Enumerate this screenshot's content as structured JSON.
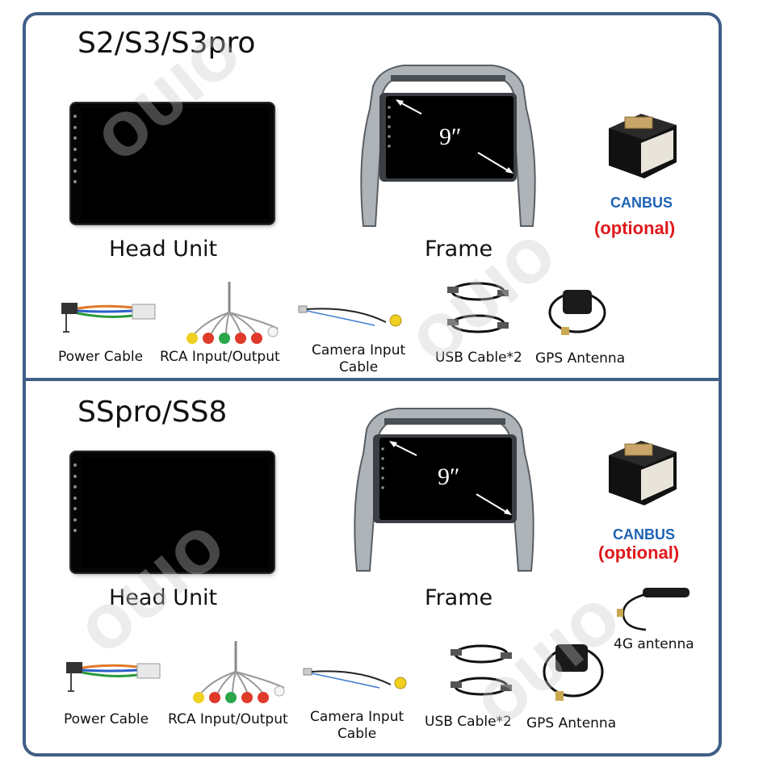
{
  "sections": [
    {
      "title": "S2/S3/S3pro",
      "head_unit_label": "Head Unit",
      "frame_label": "Frame",
      "frame_size": "9″",
      "canbus_label": "CANBUS",
      "canbus_optional": "(optional)",
      "accessories": [
        {
          "label": "Power Cable"
        },
        {
          "label": "RCA Input/Output"
        },
        {
          "label": "Camera Input\nCable",
          "line1": "Camera Input",
          "line2": "Cable"
        },
        {
          "label": "USB Cable*2"
        },
        {
          "label": "GPS Antenna"
        }
      ]
    },
    {
      "title": "SSpro/SS8",
      "head_unit_label": "Head Unit",
      "frame_label": "Frame",
      "frame_size": "9″",
      "canbus_label": "CANBUS",
      "canbus_optional": "(optional)",
      "antenna_4g_label": "4G antenna",
      "accessories": [
        {
          "label": "Power Cable"
        },
        {
          "label": "RCA Input/Output"
        },
        {
          "label": "Camera Input\nCable",
          "line1": "Camera Input",
          "line2": "Cable"
        },
        {
          "label": "USB Cable*2"
        },
        {
          "label": "GPS Antenna"
        }
      ]
    }
  ],
  "watermark": "OUIO",
  "colors": {
    "border": "#3f5f86",
    "canbus": "#1e63b5",
    "optional": "#e0181b"
  }
}
